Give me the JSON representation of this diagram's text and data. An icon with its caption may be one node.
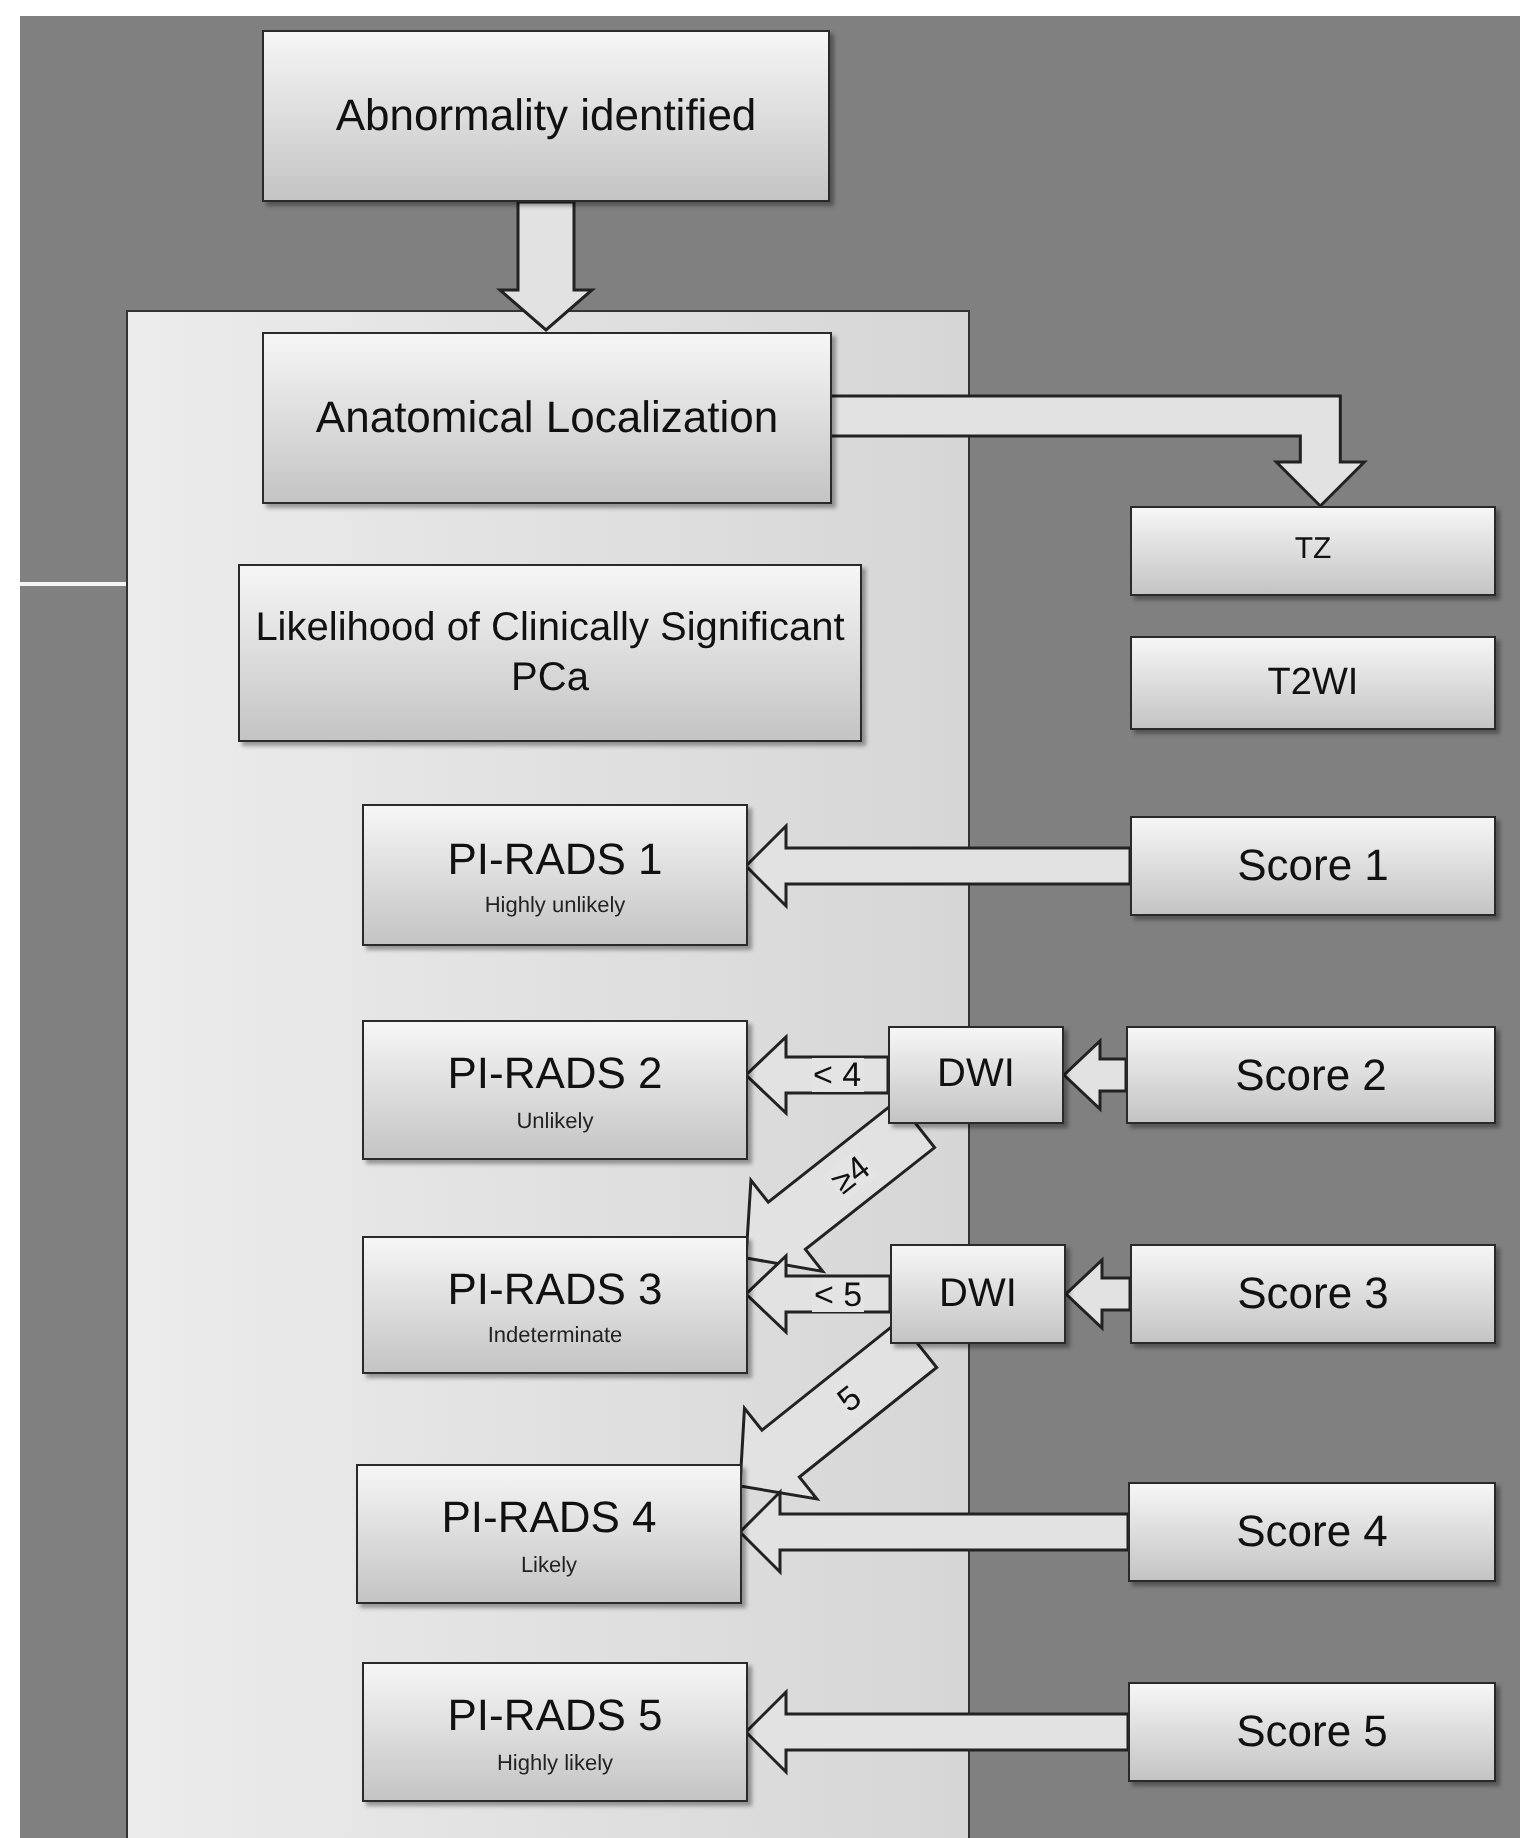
{
  "diagram": {
    "nodes": [
      {
        "text": [
          "Abnormality identified"
        ]
      },
      {
        "text": [],
        "shape": "box"
      },
      {
        "text": [
          "Anatomical Localization"
        ],
        "in": 1
      },
      {
        "text": [
          "TZ"
        ]
      },
      {
        "text": [
          "Likelihood of Clinically Significant PCa"
        ],
        "in": 1
      },
      {
        "text": [
          "T2WI"
        ]
      },
      {
        "text": [
          "PI-RADS 1",
          "Highly unlikely"
        ],
        "in": 1
      },
      {
        "text": [
          "Score 1"
        ]
      },
      {
        "text": [
          "PI-RADS 2",
          "Unlikely"
        ],
        "in": 1
      },
      {
        "text": [
          "DWI"
        ]
      },
      {
        "text": [
          "Score 2"
        ]
      },
      {
        "text": [
          "PI-RADS 3",
          "Indeterminate"
        ],
        "in": 1
      },
      {
        "text": [
          "DWI"
        ]
      },
      {
        "text": [
          "Score 3"
        ]
      },
      {
        "text": [
          "PI-RADS 4",
          "Likely"
        ],
        "in": 1
      },
      {
        "text": [
          "Score 4"
        ]
      },
      {
        "text": [
          "PI-RADS 5",
          "Highly likely"
        ],
        "in": 1
      },
      {
        "text": [
          "Score 5"
        ]
      }
    ],
    "edges": [
      {
        "from": 0,
        "to": 2,
        "arrow": "to"
      },
      {
        "from": 2,
        "to": 3,
        "arrow": "to"
      },
      {
        "from": 7,
        "to": 6,
        "arrow": "to"
      },
      {
        "from": 10,
        "to": 9,
        "arrow": "to"
      },
      {
        "from": 9,
        "to": 8,
        "arrow": "to",
        "label": "< 4"
      },
      {
        "from": 9,
        "to": 11,
        "arrow": "to",
        "label": "≥4"
      },
      {
        "from": 13,
        "to": 12,
        "arrow": "to"
      },
      {
        "from": 12,
        "to": 11,
        "arrow": "to",
        "label": "< 5"
      },
      {
        "from": 12,
        "to": 14,
        "arrow": "to",
        "label": "5"
      },
      {
        "from": 15,
        "to": 14,
        "arrow": "to"
      },
      {
        "from": 17,
        "to": 16,
        "arrow": "to"
      }
    ]
  }
}
